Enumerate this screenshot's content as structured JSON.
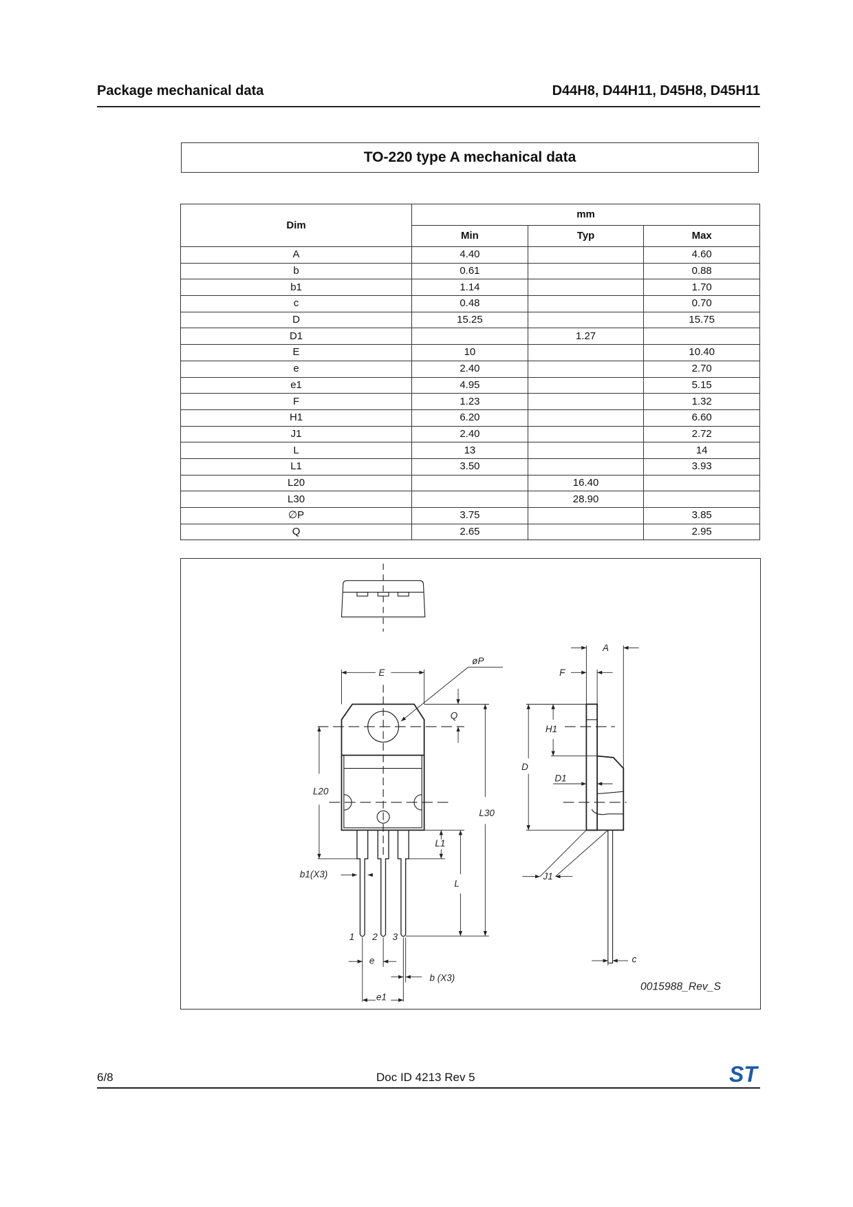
{
  "header": {
    "section": "Package mechanical data",
    "parts": "D44H8, D44H11, D45H8, D45H11"
  },
  "table_title": "TO-220 type A mechanical data",
  "table": {
    "dim_header": "Dim",
    "unit_header": "mm",
    "columns": [
      "Min",
      "Typ",
      "Max"
    ],
    "rows": [
      [
        "A",
        "4.40",
        "",
        "4.60"
      ],
      [
        "b",
        "0.61",
        "",
        "0.88"
      ],
      [
        "b1",
        "1.14",
        "",
        "1.70"
      ],
      [
        "c",
        "0.48",
        "",
        "0.70"
      ],
      [
        "D",
        "15.25",
        "",
        "15.75"
      ],
      [
        "D1",
        "",
        "1.27",
        ""
      ],
      [
        "E",
        "10",
        "",
        "10.40"
      ],
      [
        "e",
        "2.40",
        "",
        "2.70"
      ],
      [
        "e1",
        "4.95",
        "",
        "5.15"
      ],
      [
        "F",
        "1.23",
        "",
        "1.32"
      ],
      [
        "H1",
        "6.20",
        "",
        "6.60"
      ],
      [
        "J1",
        "2.40",
        "",
        "2.72"
      ],
      [
        "L",
        "13",
        "",
        "14"
      ],
      [
        "L1",
        "3.50",
        "",
        "3.93"
      ],
      [
        "L20",
        "",
        "16.40",
        ""
      ],
      [
        "L30",
        "",
        "28.90",
        ""
      ],
      [
        "∅P",
        "3.75",
        "",
        "3.85"
      ],
      [
        "Q",
        "2.65",
        "",
        "2.95"
      ]
    ]
  },
  "drawing": {
    "labels": {
      "E": "E",
      "oP": "øP",
      "Q": "Q",
      "L20": "L20",
      "L30": "L30",
      "L1": "L1",
      "L": "L",
      "b1": "b1(X3)",
      "e": "e",
      "b": "b  (X3)",
      "e1": "e1",
      "pin1": "1",
      "pin2": "2",
      "pin3": "3",
      "A": "A",
      "F": "F",
      "H1": "H1",
      "D": "D",
      "D1": "D1",
      "J1": "J1",
      "c": "c"
    },
    "ref": "0015988_Rev_S"
  },
  "footer": {
    "page": "6/8",
    "doc_id": "Doc ID 4213 Rev 5",
    "logo": "ST"
  },
  "colors": {
    "logo": "#1e5aa8"
  }
}
